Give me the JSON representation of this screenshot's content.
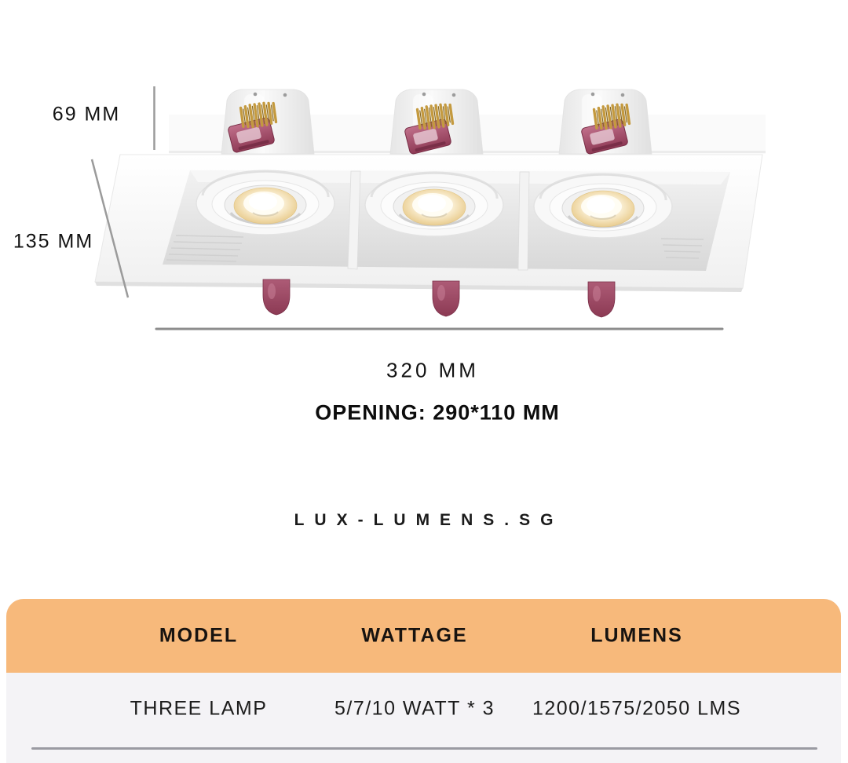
{
  "figure": {
    "height_label": "69 MM",
    "depth_label": "135 MM",
    "width_label": "320 MM",
    "opening_label": "OPENING: 290*110 MM",
    "lamp_count": 3
  },
  "brand": {
    "wordmark": "LUX-LUMENS.SG"
  },
  "spec_table": {
    "columns": [
      "MODEL",
      "WATTAGE",
      "LUMENS"
    ],
    "row": [
      "THREE LAMP",
      "5/7/10 WATT * 3",
      "1200/1575/2050 LMS"
    ]
  },
  "colors": {
    "header_orange": "#F7B97B",
    "card_gray": "#F4F3F6",
    "clip_maroon": "#8E3A55",
    "spring_gold": "#C49A3F",
    "lens_warm": "#EDD49E",
    "dimension_line_gray": "#8C8C8C",
    "text_dark": "#121212"
  }
}
